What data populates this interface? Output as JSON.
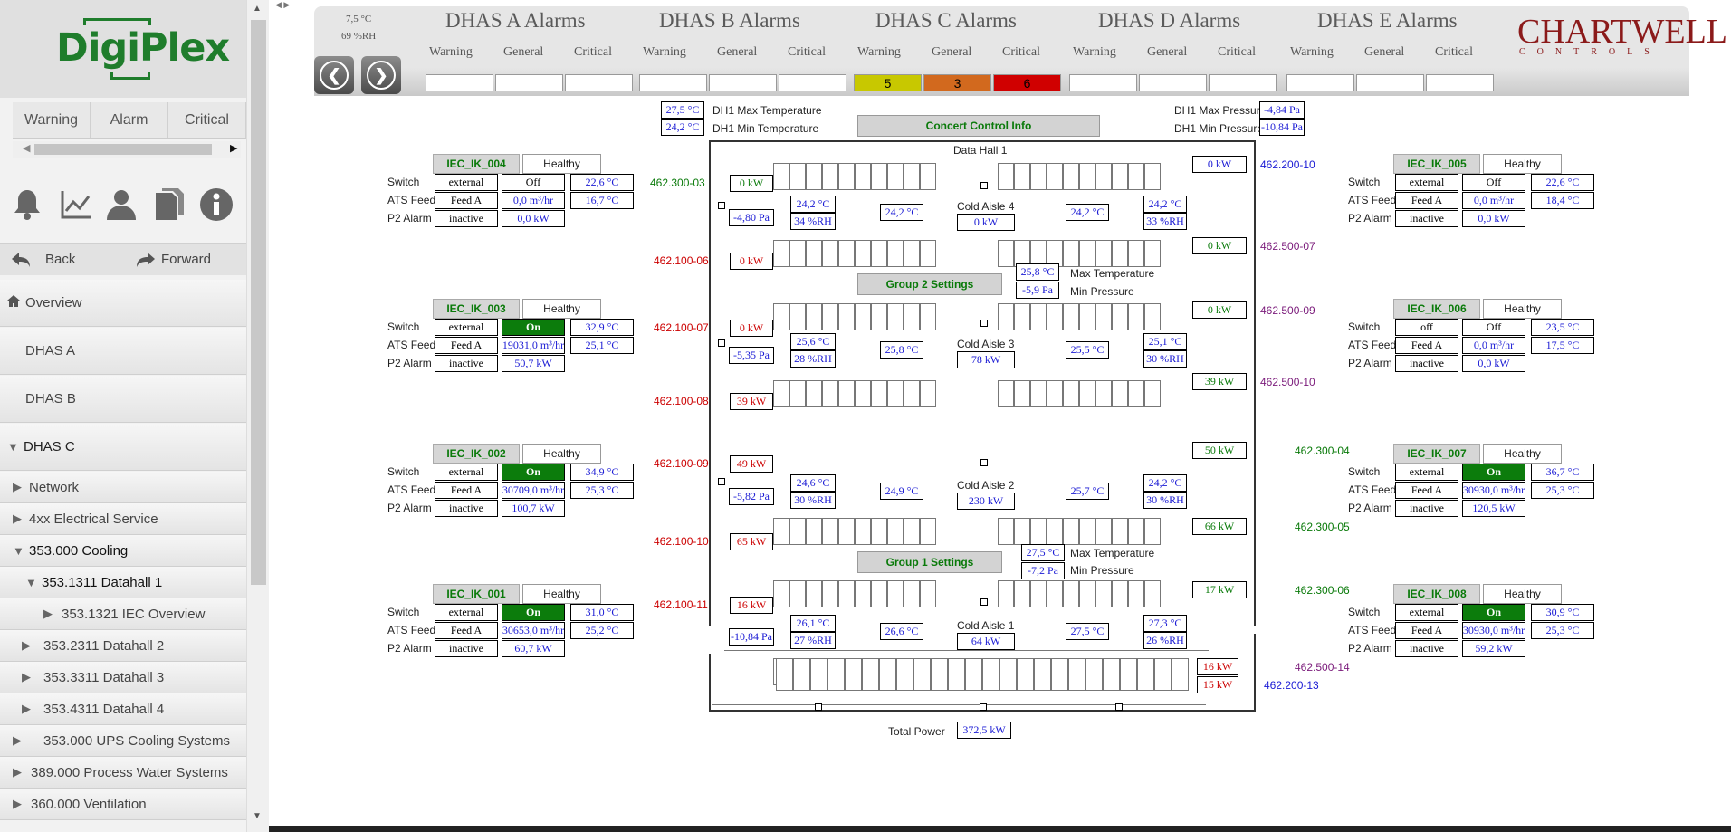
{
  "sidebar": {
    "logo": "DigiPlex",
    "tabs": [
      "Warning",
      "Alarm",
      "Critical"
    ],
    "icons": [
      "bell-icon",
      "chart-icon",
      "user-icon",
      "documents-icon",
      "info-icon"
    ],
    "back": "Back",
    "forward": "Forward",
    "menu": [
      {
        "label": "Overview"
      },
      {
        "label": "DHAS A"
      },
      {
        "label": "DHAS B"
      },
      {
        "label": "DHAS C"
      },
      {
        "label": "Network"
      },
      {
        "label": "4xx Electrical Service"
      },
      {
        "label": "353.000 Cooling"
      },
      {
        "label": "353.1311 Datahall 1"
      },
      {
        "label": "353.1321 IEC Overview"
      },
      {
        "label": "353.2311 Datahall 2"
      },
      {
        "label": "353.3311 Datahall 3"
      },
      {
        "label": "353.4311 Datahall 4"
      },
      {
        "label": "353.000 UPS Cooling Systems"
      },
      {
        "label": "389.000 Process Water Systems"
      },
      {
        "label": "360.000 Ventilation"
      }
    ]
  },
  "header": {
    "temp": "7,5 °C",
    "humidity": "69 %RH",
    "alarm_levels": [
      "Warning",
      "General",
      "Critical"
    ],
    "groups": [
      {
        "title": "DHAS A Alarms",
        "values": [
          "",
          "",
          ""
        ]
      },
      {
        "title": "DHAS B Alarms",
        "values": [
          "",
          "",
          ""
        ]
      },
      {
        "title": "DHAS C Alarms",
        "values": [
          "5",
          "3",
          "6"
        ]
      },
      {
        "title": "DHAS D Alarms",
        "values": [
          "",
          "",
          ""
        ]
      },
      {
        "title": "DHAS E Alarms",
        "values": [
          "",
          "",
          ""
        ]
      }
    ],
    "brand": "CHARTWELL",
    "brand_sub": "CONTROLS",
    "alarm_colors": {
      "warning": "#c8c800",
      "general": "#d2691e",
      "critical": "#d00000"
    }
  },
  "hall": {
    "dh1_max_temp": "27,5 °C",
    "dh1_min_temp": "24,2 °C",
    "dh1_max_temp_label": "DH1 Max Temperature",
    "dh1_min_temp_label": "DH1 Min Temperature",
    "dh1_max_pressure": "-4,84 Pa",
    "dh1_min_pressure": "-10,84 Pa",
    "dh1_max_pressure_label": "DH1 Max Pressure",
    "dh1_min_pressure_label": "DH1 Min Pressure",
    "concert_btn": "Concert Control Info",
    "title": "Data Hall 1",
    "group2_btn": "Group 2 Settings",
    "group1_btn": "Group 1 Settings",
    "max_temp_label": "Max Temperature",
    "min_pressure_label": "Min Pressure",
    "g2_max_temp": "25,8 °C",
    "g2_min_pressure": "-5,9 Pa",
    "g1_max_temp": "27,5 °C",
    "g1_min_pressure": "-7,2 Pa",
    "total_power_label": "Total Power",
    "total_power": "372,5 kW",
    "aisles": [
      {
        "name": "Cold Aisle 4",
        "kw": "0 kW",
        "pa": "-4,80 Pa",
        "l_t": "24,2 °C",
        "l_rh": "34 %RH",
        "m1": "24,2 °C",
        "m2": "24,2 °C",
        "r_t": "24,2 °C",
        "r_rh": "33 %RH"
      },
      {
        "name": "Cold Aisle 3",
        "kw": "78 kW",
        "pa": "-5,35 Pa",
        "l_t": "25,6 °C",
        "l_rh": "28 %RH",
        "m1": "25,8 °C",
        "m2": "25,5 °C",
        "r_t": "25,1 °C",
        "r_rh": "30 %RH"
      },
      {
        "name": "Cold Aisle 2",
        "kw": "230 kW",
        "pa": "-5,82 Pa",
        "l_t": "24,6 °C",
        "l_rh": "30 %RH",
        "m1": "24,9 °C",
        "m2": "25,7 °C",
        "r_t": "24,2 °C",
        "r_rh": "30 %RH"
      },
      {
        "name": "Cold Aisle 1",
        "kw": "64 kW",
        "pa": "-10,84 Pa",
        "l_t": "26,1 °C",
        "l_rh": "27 %RH",
        "m1": "26,6 °C",
        "m2": "27,5 °C",
        "r_t": "27,3 °C",
        "r_rh": "26 %RH"
      }
    ],
    "left_units": [
      {
        "id": "462.300-03",
        "kw": "0 kW"
      },
      {
        "id": "462.100-06",
        "kw": "0 kW"
      },
      {
        "id": "462.100-07",
        "kw": "0 kW"
      },
      {
        "id": "462.100-08",
        "kw": "39 kW"
      },
      {
        "id": "462.100-09",
        "kw": "49 kW"
      },
      {
        "id": "462.100-10",
        "kw": "65 kW"
      },
      {
        "id": "462.100-11",
        "kw": "16 kW"
      }
    ],
    "right_units": [
      {
        "id": "462.200-10",
        "kw": "0 kW"
      },
      {
        "id": "462.500-07",
        "kw": "0 kW"
      },
      {
        "id": "462.500-09",
        "kw": "0 kW"
      },
      {
        "id": "462.500-10",
        "kw": "39 kW"
      },
      {
        "id": "462.300-04",
        "kw": "50 kW"
      },
      {
        "id": "462.300-05",
        "kw": "66 kW"
      },
      {
        "id": "462.300-06",
        "kw": "17 kW"
      },
      {
        "id": "462.500-14",
        "kw": "16 kW"
      },
      {
        "id": "462.200-13",
        "kw": "15 kW"
      }
    ]
  },
  "iec_labels": {
    "switch": "Switch",
    "ats": "ATS Feed",
    "p2": "P2 Alarm",
    "healthy": "Healthy"
  },
  "iec": [
    {
      "name": "IEC_IK_004",
      "switch": "external",
      "state": "Off",
      "t1": "22,6 °C",
      "ats": "Feed A",
      "flow": "0,0 m³/hr",
      "t2": "16,7 °C",
      "p2": "inactive",
      "kw": "0,0 kW"
    },
    {
      "name": "IEC_IK_003",
      "switch": "external",
      "state": "On",
      "t1": "32,9 °C",
      "ats": "Feed A",
      "flow": "19031,0 m³/hr",
      "t2": "25,1 °C",
      "p2": "inactive",
      "kw": "50,7 kW"
    },
    {
      "name": "IEC_IK_002",
      "switch": "external",
      "state": "On",
      "t1": "34,9 °C",
      "ats": "Feed A",
      "flow": "30709,0 m³/hr",
      "t2": "25,3 °C",
      "p2": "inactive",
      "kw": "100,7 kW"
    },
    {
      "name": "IEC_IK_001",
      "switch": "external",
      "state": "On",
      "t1": "31,0 °C",
      "ats": "Feed A",
      "flow": "30653,0 m³/hr",
      "t2": "25,2 °C",
      "p2": "inactive",
      "kw": "60,7 kW"
    },
    {
      "name": "IEC_IK_005",
      "switch": "external",
      "state": "Off",
      "t1": "22,6 °C",
      "ats": "Feed A",
      "flow": "0,0 m³/hr",
      "t2": "18,4 °C",
      "p2": "inactive",
      "kw": "0,0 kW"
    },
    {
      "name": "IEC_IK_006",
      "switch": "off",
      "state": "Off",
      "t1": "23,5 °C",
      "ats": "Feed A",
      "flow": "0,0 m³/hr",
      "t2": "17,5 °C",
      "p2": "inactive",
      "kw": "0,0 kW"
    },
    {
      "name": "IEC_IK_007",
      "switch": "external",
      "state": "On",
      "t1": "36,7 °C",
      "ats": "Feed A",
      "flow": "30930,0 m³/hr",
      "t2": "25,3 °C",
      "p2": "inactive",
      "kw": "120,5 kW"
    },
    {
      "name": "IEC_IK_008",
      "switch": "external",
      "state": "On",
      "t1": "30,9 °C",
      "ats": "Feed A",
      "flow": "30930,0 m³/hr",
      "t2": "25,3 °C",
      "p2": "inactive",
      "kw": "59,2 kW"
    }
  ]
}
